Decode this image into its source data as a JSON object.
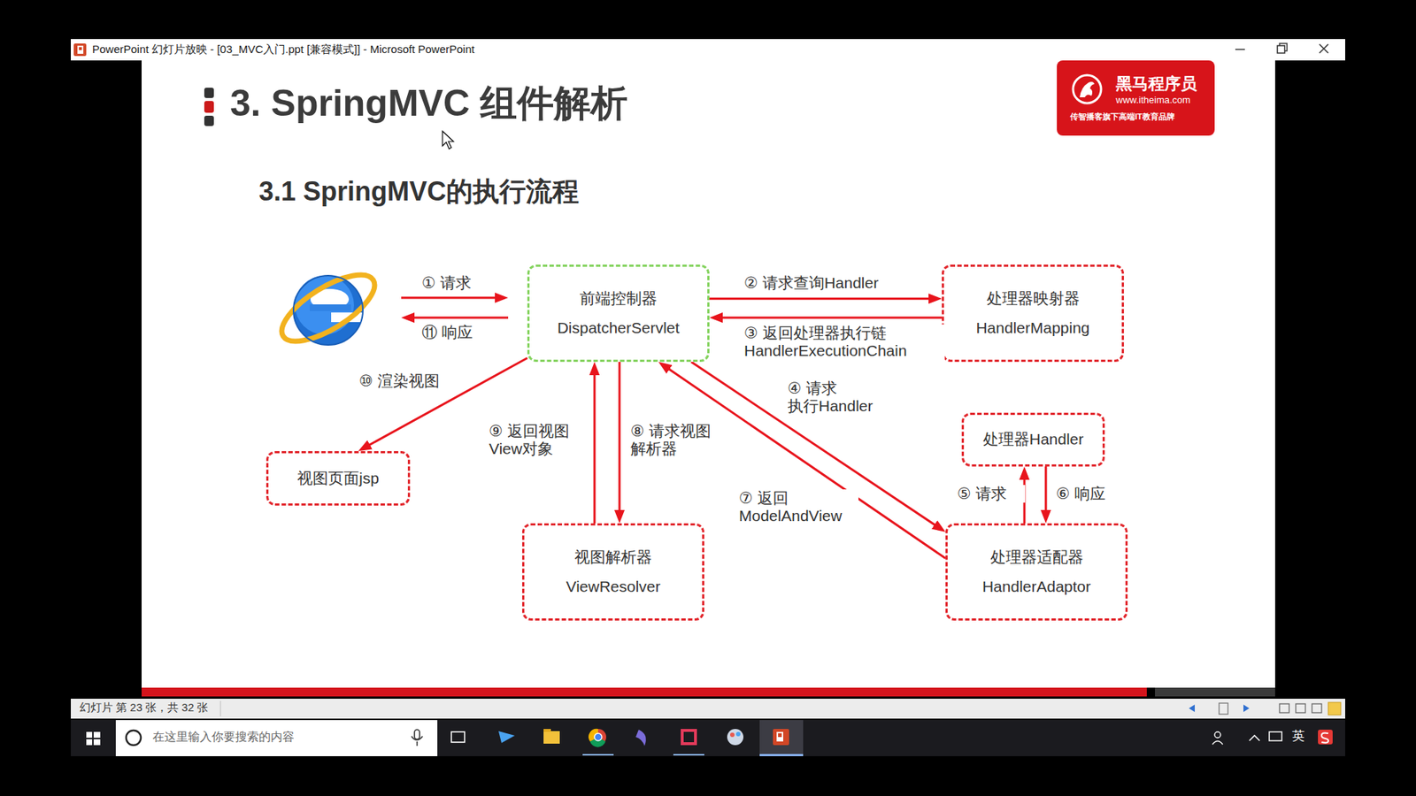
{
  "diagram": {
    "title": "3. SpringMVC 组件解析",
    "nodes": [
      {
        "text": [
          "黑马程序员",
          "www.itheima.com",
          "传智播客旗下高端IT教育品牌"
        ]
      },
      {
        "text": [
          "前端控制器",
          "DispatcherServlet"
        ]
      },
      {
        "text": [
          "处理器映射器",
          "HandlerMapping"
        ]
      },
      {
        "text": [
          "处理器Handler"
        ]
      },
      {
        "text": [
          "视图页面jsp"
        ]
      },
      {
        "text": [
          "视图解析器",
          "ViewResolver"
        ]
      },
      {
        "text": [
          "处理器适配器",
          "HandlerAdaptor"
        ]
      }
    ],
    "edges": [
      {
        "from": 1,
        "to": 2,
        "label": "② 请求查询Handler",
        "arrow": "to"
      },
      {
        "from": 2,
        "to": 1,
        "label": "③ 返回处理器执行链 HandlerExecutionChain",
        "arrow": "to"
      },
      {
        "from": 1,
        "to": 6,
        "label": "④ 请求 执行Handler",
        "arrow": "to"
      },
      {
        "from": 6,
        "to": 3,
        "label": "⑤ 请求",
        "arrow": "to"
      },
      {
        "from": 3,
        "to": 6,
        "label": "⑥ 响应",
        "arrow": "to"
      },
      {
        "from": 6,
        "to": 1,
        "label": "⑦ 返回 ModelAndView",
        "arrow": "to"
      },
      {
        "from": 1,
        "to": 5,
        "label": "⑧ 请求视图 解析器",
        "arrow": "to"
      },
      {
        "from": 5,
        "to": 1,
        "label": "⑨ 返回视图 View对象",
        "arrow": "to"
      },
      {
        "from": 1,
        "to": 4,
        "label": "⑩ 渲染视图",
        "arrow": "to"
      }
    ],
    "labels": [
      "PowerPoint 幻灯片放映 - [03_MVC入门.ppt [兼容模式]] - Microsoft PowerPoint",
      "3.1 SpringMVC的执行流程",
      "① 请求",
      "⑪ 响应",
      "幻灯片 第 23 张，共 32 张",
      "在这里输入你要搜索的内容",
      "英"
    ]
  }
}
